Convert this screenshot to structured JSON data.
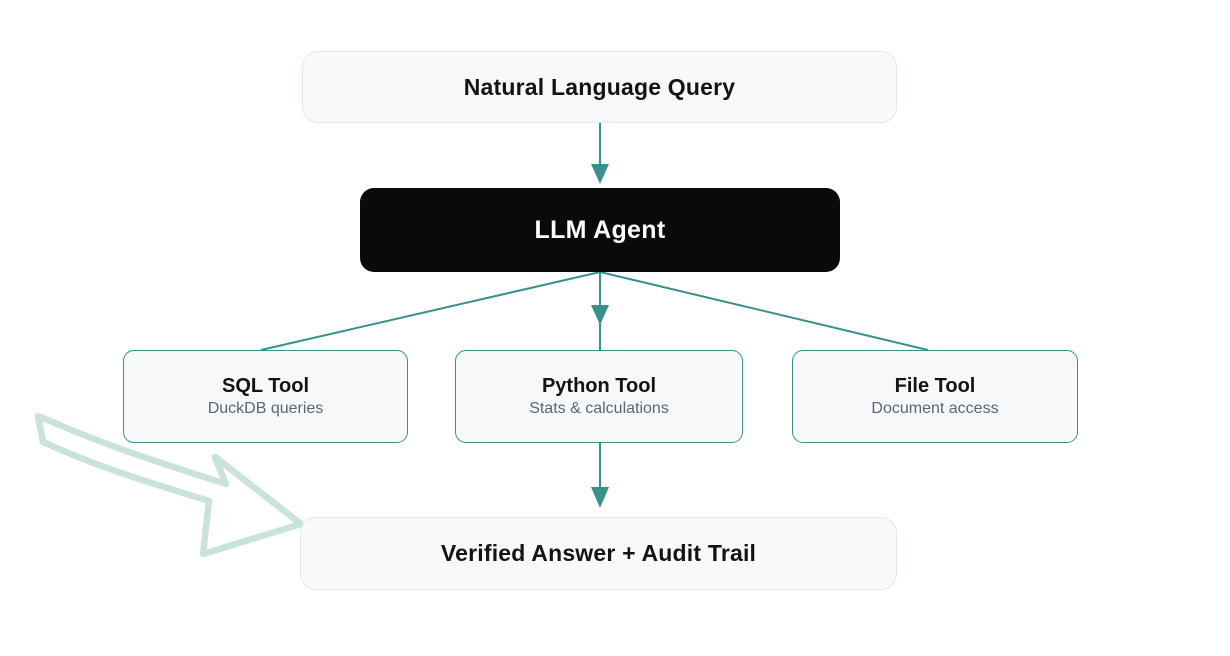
{
  "diagram": {
    "nodes": {
      "query": {
        "label": "Natural Language Query"
      },
      "agent": {
        "label": "LLM Agent"
      },
      "sql": {
        "title": "SQL Tool",
        "subtitle": "DuckDB queries"
      },
      "python": {
        "title": "Python Tool",
        "subtitle": "Stats & calculations"
      },
      "file": {
        "title": "File Tool",
        "subtitle": "Document access"
      },
      "answer": {
        "label": "Verified Answer + Audit Trail"
      }
    },
    "icons": [
      {
        "name": "hand-drawn-arrow-icon",
        "meaning": "sketched arrow pointing at the verified answer box"
      }
    ],
    "colors": {
      "edge": "#38918a",
      "node_border_teal": "#38918a",
      "node_fill_light": "#f6f8f9",
      "plain_fill": "#f8f9fb",
      "plain_border": "#e3e6ef",
      "agent_fill": "#0a0a0a",
      "agent_text": "#ffffff",
      "subtitle_text": "#5b6676",
      "doodle": "#c9e3d9"
    }
  }
}
